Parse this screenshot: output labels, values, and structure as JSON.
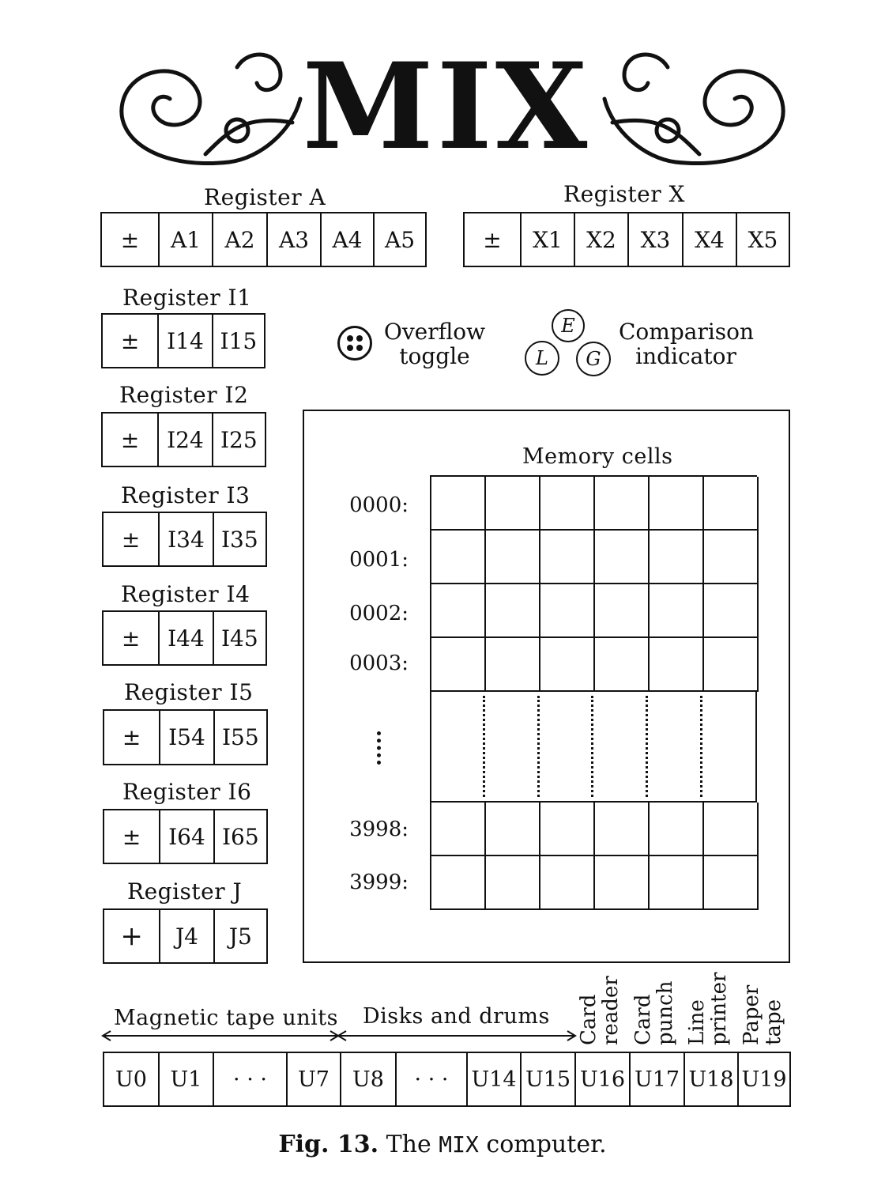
{
  "title": "MIX",
  "registerA": {
    "label": "Register A",
    "cells": [
      "±",
      "A1",
      "A2",
      "A3",
      "A4",
      "A5"
    ]
  },
  "registerX": {
    "label": "Register X",
    "cells": [
      "±",
      "X1",
      "X2",
      "X3",
      "X4",
      "X5"
    ]
  },
  "indexRegisters": [
    {
      "label": "Register I1",
      "cells": [
        "±",
        "I14",
        "I15"
      ]
    },
    {
      "label": "Register I2",
      "cells": [
        "±",
        "I24",
        "I25"
      ]
    },
    {
      "label": "Register I3",
      "cells": [
        "±",
        "I34",
        "I35"
      ]
    },
    {
      "label": "Register I4",
      "cells": [
        "±",
        "I44",
        "I45"
      ]
    },
    {
      "label": "Register I5",
      "cells": [
        "±",
        "I54",
        "I55"
      ]
    },
    {
      "label": "Register I6",
      "cells": [
        "±",
        "I64",
        "I65"
      ]
    }
  ],
  "registerJ": {
    "label": "Register J",
    "cells": [
      "+",
      "J4",
      "J5"
    ]
  },
  "overflow": {
    "line1": "Overflow",
    "line2": "toggle"
  },
  "comparison": {
    "line1": "Comparison",
    "line2": "indicator",
    "E": "E",
    "L": "L",
    "G": "G"
  },
  "memory": {
    "title": "Memory cells",
    "addresses_top": [
      "0000:",
      "0001:",
      "0002:",
      "0003:"
    ],
    "addresses_bottom": [
      "3998:",
      "3999:"
    ]
  },
  "io": {
    "tape_label": "Magnetic tape units",
    "disk_label": "Disks and drums",
    "card_reader": [
      "Card",
      "reader"
    ],
    "card_punch": [
      "Card",
      "punch"
    ],
    "line_printer": [
      "Line",
      "printer"
    ],
    "paper_tape": [
      "Paper",
      "tape"
    ],
    "units": [
      "U0",
      "U1",
      "· · ·",
      "U7",
      "U8",
      "· · ·",
      "U14",
      "U15",
      "U16",
      "U17",
      "U18",
      "U19"
    ]
  },
  "caption": {
    "fig": "Fig. 13.",
    "text1": "The",
    "mono": "MIX",
    "text2": "computer."
  }
}
